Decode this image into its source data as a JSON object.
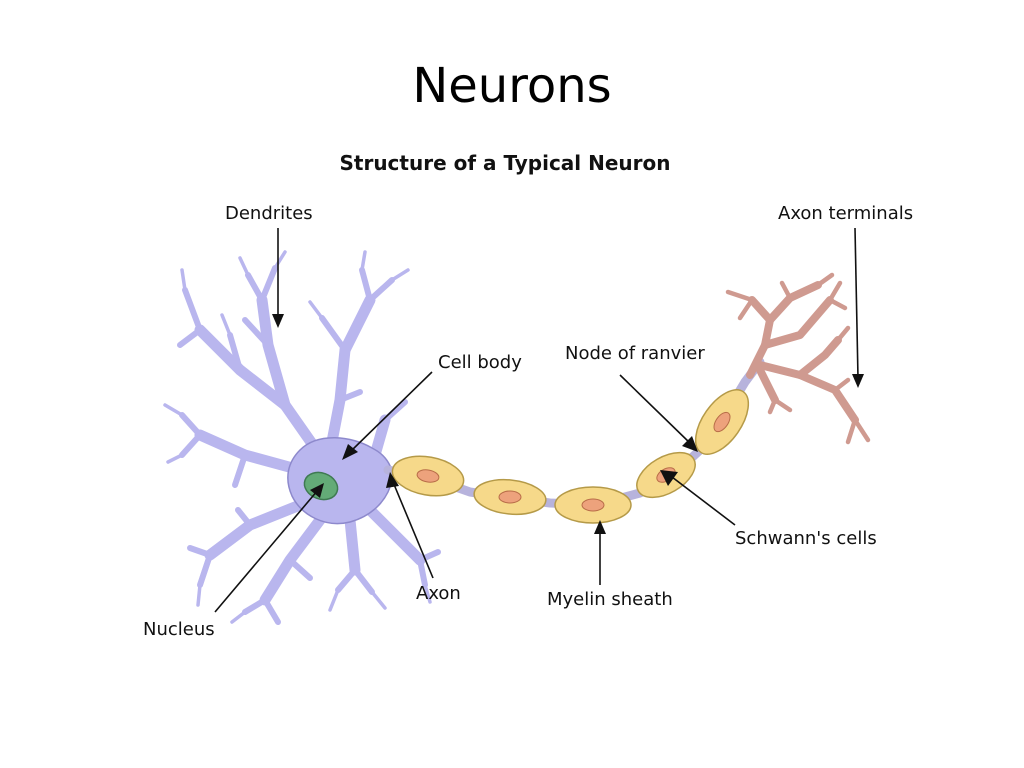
{
  "slide": {
    "title": "Neurons"
  },
  "diagram": {
    "title": "Structure of a Typical Neuron",
    "labels": {
      "dendrites": "Dendrites",
      "axon_terminals": "Axon terminals",
      "cell_body": "Cell body",
      "node_of_ranvier": "Node of ranvier",
      "schwanns_cells": "Schwann's cells",
      "axon": "Axon",
      "myelin_sheath": "Myelin sheath",
      "nucleus": "Nucleus"
    },
    "colors": {
      "cell_body_fill": "#b9b6ee",
      "cell_outline": "#55558a",
      "nucleus_fill": "#63ab77",
      "myelin_fill": "#f6d98a",
      "myelin_outline": "#b59a48",
      "schwann_nucleus_fill": "#eda27c",
      "axon_terminal_fill": "#cf9a90",
      "axon_terminal_outline": "#8c5a50",
      "node_fill": "#b7b3dc"
    }
  }
}
